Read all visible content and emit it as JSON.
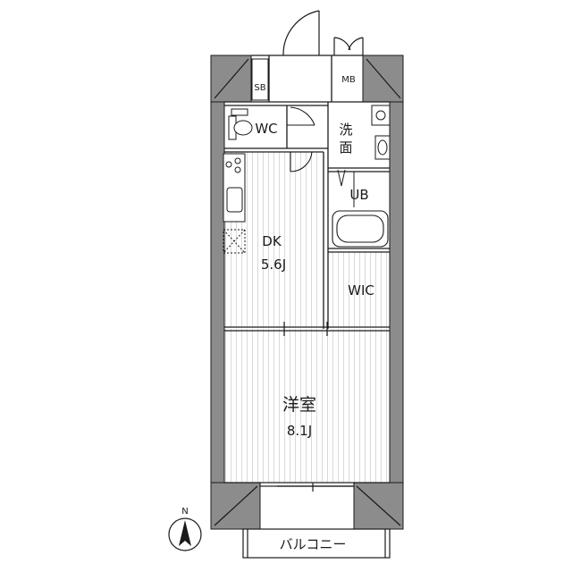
{
  "floorplan": {
    "rooms": {
      "dk": {
        "name": "DK",
        "size": "5.6J"
      },
      "western_room": {
        "name": "洋室",
        "size": "8.1J"
      },
      "wic": {
        "name": "WIC"
      },
      "ub": {
        "name": "UB"
      },
      "wc": {
        "name": "WC"
      },
      "washroom": {
        "line1": "洗",
        "line2": "面"
      },
      "mb": {
        "name": "MB"
      },
      "sb": {
        "name": "SB"
      },
      "balcony": {
        "name": "バルコニー"
      }
    },
    "compass": {
      "label": "N"
    },
    "colors": {
      "wall": "#8c8c8c",
      "line": "#1a1a1a",
      "floor_lines": "#d6d6d6",
      "background": "#ffffff"
    }
  }
}
